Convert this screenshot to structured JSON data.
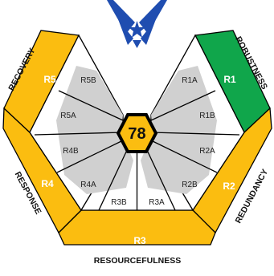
{
  "diagram": {
    "score": "78",
    "categories": {
      "robustness": "ROBUSTNESS",
      "redundancy": "REDUNDANCY",
      "resourcefulness": "RESOURCEFULNESS",
      "response": "RESPONSE",
      "recovery": "RECOVERY"
    },
    "ring_labels": {
      "r1": "R1",
      "r2": "R2",
      "r3": "R3",
      "r4": "R4",
      "r5": "R5"
    },
    "segments": {
      "r1a": "R1A",
      "r1b": "R1B",
      "r2a": "R2A",
      "r2b": "R2B",
      "r3a": "R3A",
      "r3b": "R3B",
      "r4a": "R4A",
      "r4b": "R4B",
      "r5a": "R5A",
      "r5b": "R5B"
    },
    "colors": {
      "gold": "#fbbd10",
      "green": "#10a64b",
      "gray_fill": "#d0d0d0",
      "stroke": "#000000",
      "logo": "#1f4db0"
    },
    "logo": "air-force-wings-emblem"
  }
}
